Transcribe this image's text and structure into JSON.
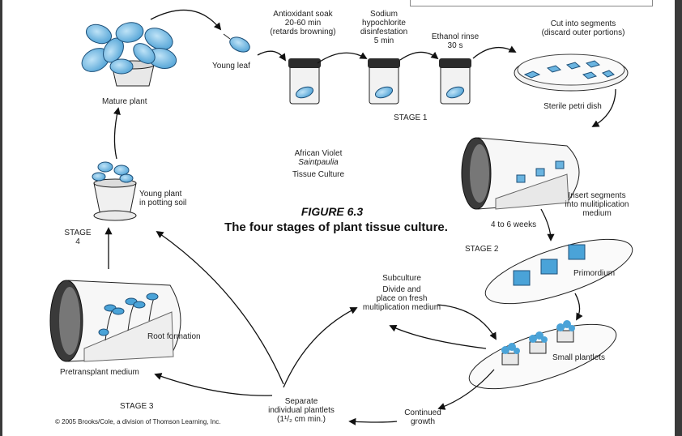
{
  "figure": {
    "number": "FIGURE 6.3",
    "caption": "The four stages of plant tissue culture."
  },
  "center": {
    "line1": "African Violet",
    "line2": "Saintpaulia",
    "line3": "Tissue Culture"
  },
  "labels": {
    "mature_plant": "Mature plant",
    "young_leaf": "Young leaf",
    "antioxidant_1": "Antioxidant soak",
    "antioxidant_2": "20-60 min",
    "antioxidant_3": "(retards browning)",
    "sodium_1": "Sodium",
    "sodium_2": "hypochlorite",
    "sodium_3": "disinfestation",
    "sodium_4": "5 min",
    "ethanol_1": "Ethanol rinse",
    "ethanol_2": "30 s",
    "cut_1": "Cut into segments",
    "cut_2": "(discard outer portions)",
    "petri": "Sterile petri dish",
    "stage1": "STAGE 1",
    "insert_1": "Insert segments",
    "insert_2": "into mulitiplication",
    "insert_3": "medium",
    "weeks": "4 to 6 weeks",
    "stage2": "STAGE 2",
    "primordium": "Primordium",
    "small_plantlets": "Small plantlets",
    "subculture": "Subculture",
    "divide_1": "Divide and",
    "divide_2": "place on fresh",
    "divide_3": "multiplication medium",
    "continued_1": "Continued",
    "continued_2": "growth",
    "separate_1": "Separate",
    "separate_2": "individual plantlets",
    "separate_3": "(1¹/₂ cm min.)",
    "stage3": "STAGE 3",
    "pretransplant": "Pretransplant medium",
    "root_formation": "Root formation",
    "stage4_1": "STAGE",
    "stage4_2": "4",
    "young_plant_1": "Young plant",
    "young_plant_2": "in potting soil"
  },
  "copyright": "© 2005 Brooks/Cole, a division of Thomson Learning, Inc.",
  "colors": {
    "leaf": "#4aa3d8",
    "leaf_dark": "#2a6fa5",
    "outline": "#1a1a1a",
    "jar_lid": "#2b2b2b"
  }
}
